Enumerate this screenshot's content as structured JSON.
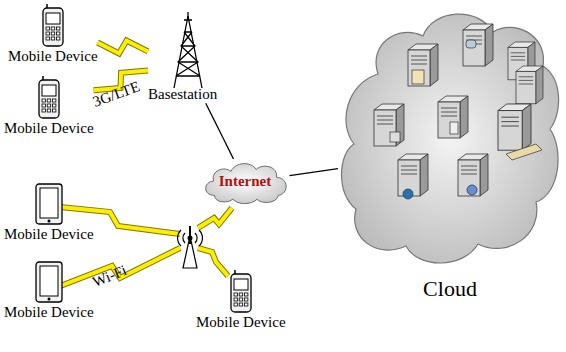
{
  "diagram": {
    "nodes": [
      {
        "text": [
          "Mobile Device"
        ]
      },
      {
        "text": [
          "Mobile Device"
        ]
      },
      {
        "text": [
          "Basestation"
        ]
      },
      {
        "text": [
          "Internet"
        ]
      },
      {
        "text": [
          "Cloud"
        ]
      },
      {
        "text": [
          "Mobile Device"
        ]
      },
      {
        "text": [
          "Mobile Device"
        ]
      },
      {
        "text": [
          "Mobile Device"
        ]
      }
    ],
    "edges": [
      {
        "from": 0,
        "to": 2,
        "arrow": "none"
      },
      {
        "from": 1,
        "to": 2,
        "label": "3G/LTE",
        "arrow": "none"
      },
      {
        "from": 2,
        "to": 3,
        "arrow": "none"
      },
      {
        "from": 3,
        "to": 4,
        "arrow": "none"
      }
    ],
    "labels": [
      "Wi-Fi"
    ]
  }
}
